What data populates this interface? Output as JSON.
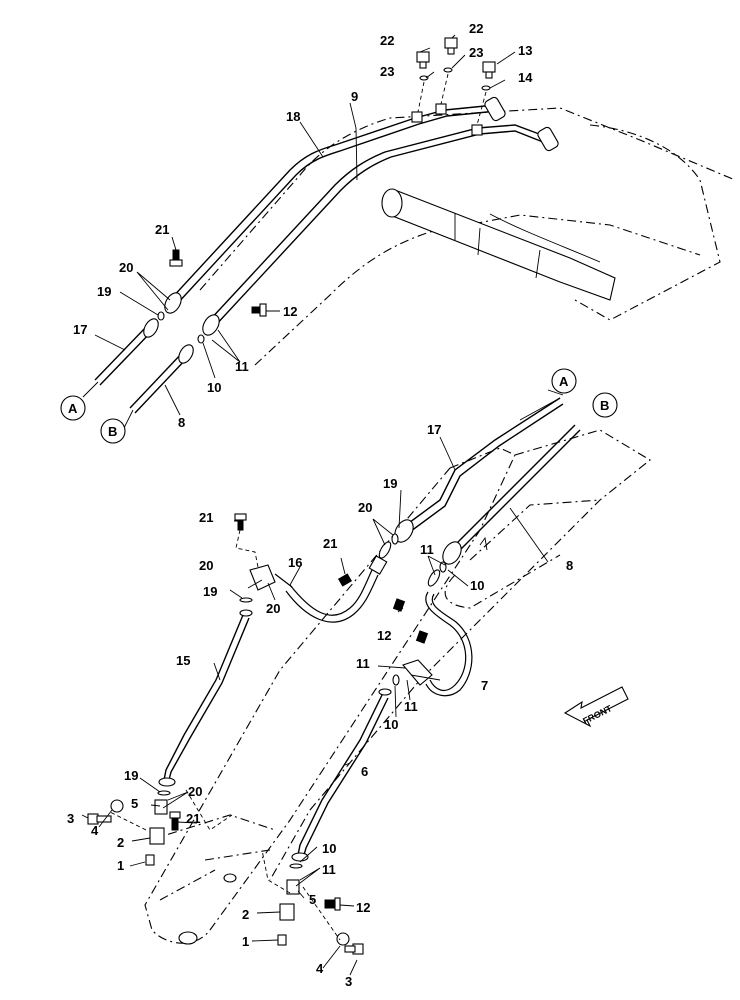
{
  "labels": {
    "p22a": "22",
    "p22b": "22",
    "p13": "13",
    "p23a": "23",
    "p23b": "23",
    "p14": "14",
    "p9": "9",
    "p18": "18",
    "p21a": "21",
    "p20a": "20",
    "p19a": "19",
    "p17a": "17",
    "p12a": "12",
    "p11a": "11",
    "p10a": "10",
    "p8a": "8",
    "p17b": "17",
    "p19b": "19",
    "p20b": "20",
    "p21b": "21",
    "p11b": "11",
    "p10b": "10",
    "p8b": "8",
    "p21c": "21",
    "p20c": "20",
    "p20d": "20",
    "p16": "16",
    "p19c": "19",
    "p15": "15",
    "p12b": "12",
    "p11c": "11",
    "p11d": "11",
    "p10c": "10",
    "p7": "7",
    "p6": "6",
    "p19d": "19",
    "p20e": "20",
    "p3a": "3",
    "p4a": "4",
    "p5a": "5",
    "p21d": "21",
    "p2a": "2",
    "p1a": "1",
    "p10d": "10",
    "p11e": "11",
    "p5b": "5",
    "p12c": "12",
    "p2b": "2",
    "p1b": "1",
    "p4b": "4",
    "p3b": "3"
  },
  "connectors": {
    "a_top": "A",
    "b_top": "B",
    "a_mid": "A",
    "b_mid": "B"
  },
  "front_label": "FRONT"
}
